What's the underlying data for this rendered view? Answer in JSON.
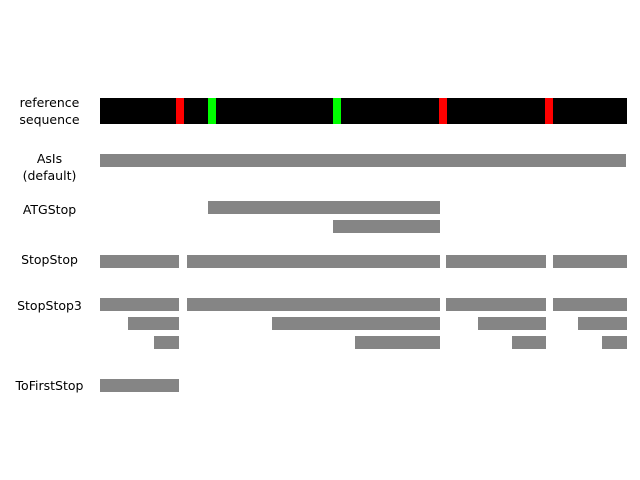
{
  "colors": {
    "background": "#ffffff",
    "reference": "#000000",
    "segment": "#858585",
    "stop_codon": "#ff0000",
    "start_codon": "#00ff00"
  },
  "rows": [
    {
      "id": "reference",
      "lines": [
        "reference",
        "sequence"
      ]
    },
    {
      "id": "asis",
      "lines": [
        "AsIs",
        "(default)"
      ]
    },
    {
      "id": "atgstop",
      "lines": [
        "ATGStop"
      ]
    },
    {
      "id": "stopstop",
      "lines": [
        "StopStop"
      ]
    },
    {
      "id": "stopstop3",
      "lines": [
        "StopStop3"
      ]
    },
    {
      "id": "tofirststop",
      "lines": [
        "ToFirstStop"
      ]
    }
  ],
  "reference_markers": [
    {
      "type": "stop",
      "color_key": "stop_codon"
    },
    {
      "type": "start",
      "color_key": "start_codon"
    },
    {
      "type": "start",
      "color_key": "start_codon"
    },
    {
      "type": "stop",
      "color_key": "stop_codon"
    },
    {
      "type": "stop",
      "color_key": "stop_codon"
    }
  ]
}
